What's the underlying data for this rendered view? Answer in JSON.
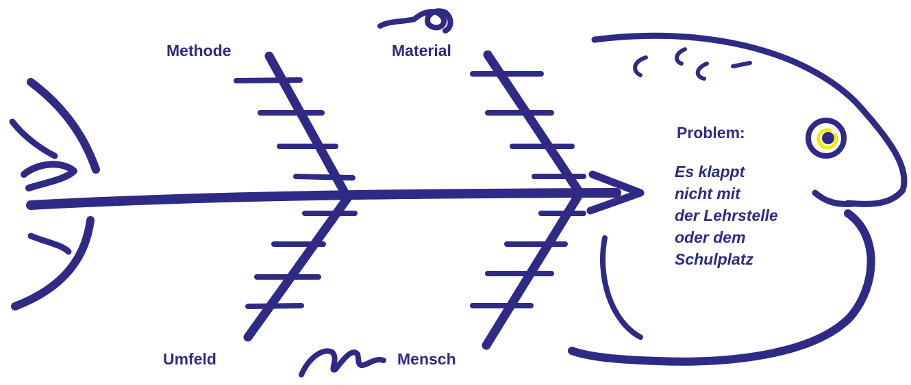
{
  "diagram": {
    "type": "fishbone",
    "categories": {
      "methode": "Methode",
      "material": "Material",
      "umfeld": "Umfeld",
      "mensch": "Mensch"
    },
    "problem": {
      "heading": "Problem:",
      "lines": [
        "Es klappt",
        "nicht mit",
        "der Lehrstelle",
        "oder dem",
        "Schulplatz"
      ]
    }
  },
  "colors": {
    "ink": "#2e2a85",
    "eye_accent": "#f5ea00"
  }
}
